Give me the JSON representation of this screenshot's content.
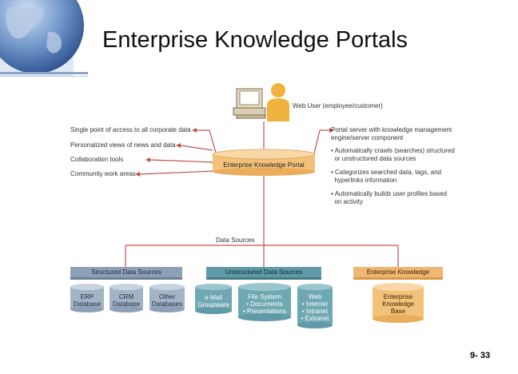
{
  "slide": {
    "title": "Enterprise Knowledge Portals",
    "page_number": "9- 33"
  },
  "colors": {
    "connector_red": "#c0504d",
    "structured_gray": "#8ea0b5",
    "unstructured_teal": "#5f9aa6",
    "knowledge_orange": "#f0b672",
    "portal_orange": "#f3c27a",
    "user_yellow": "#f0b33e"
  },
  "diagram": {
    "user": {
      "label": "Web User (employee/customer)",
      "icons": [
        "computer-icon",
        "person-icon"
      ]
    },
    "portal": {
      "label": "Enterprise Knowledge Portal"
    },
    "left_features": [
      "Single point of access to all corporate data",
      "Personalized views of news and data",
      "Collaboration tools",
      "Community work areas"
    ],
    "right_features": {
      "heading_lines": [
        "Portal server with knowledge management",
        "engine/server component"
      ],
      "bullets": [
        [
          "• Automatically crawls (searches) structured",
          "  or unstructured data sources"
        ],
        [
          "• Categorizes searched data, tags, and",
          "  hyperlinks information"
        ],
        [
          "• Automatically builds user profiles based",
          "  on activity"
        ]
      ]
    },
    "data_sources_label": "Data Sources",
    "groups": [
      {
        "label": "Structured Data Sources",
        "items": [
          [
            "ERP",
            "Database"
          ],
          [
            "CRM",
            "Database"
          ],
          [
            "Other",
            "Databases"
          ]
        ]
      },
      {
        "label": "Unstructured Data Sources",
        "items": [
          [
            "e-Mail",
            "Groupware"
          ],
          [
            "File System",
            "• Documents",
            "• Presentations"
          ],
          [
            "Web",
            "• Internet",
            "• Intranet",
            "• Extranet"
          ]
        ]
      },
      {
        "label": "Enterprise Knowledge",
        "items": [
          [
            "Enterprise",
            "Knowledge",
            "Base"
          ]
        ]
      }
    ]
  }
}
